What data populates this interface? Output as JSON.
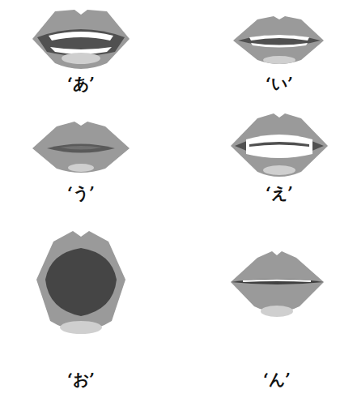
{
  "diagram": {
    "labels": [
      "‘あ’",
      "‘い’",
      "‘う’",
      "‘え’",
      "‘お’",
      "‘ん’"
    ]
  }
}
